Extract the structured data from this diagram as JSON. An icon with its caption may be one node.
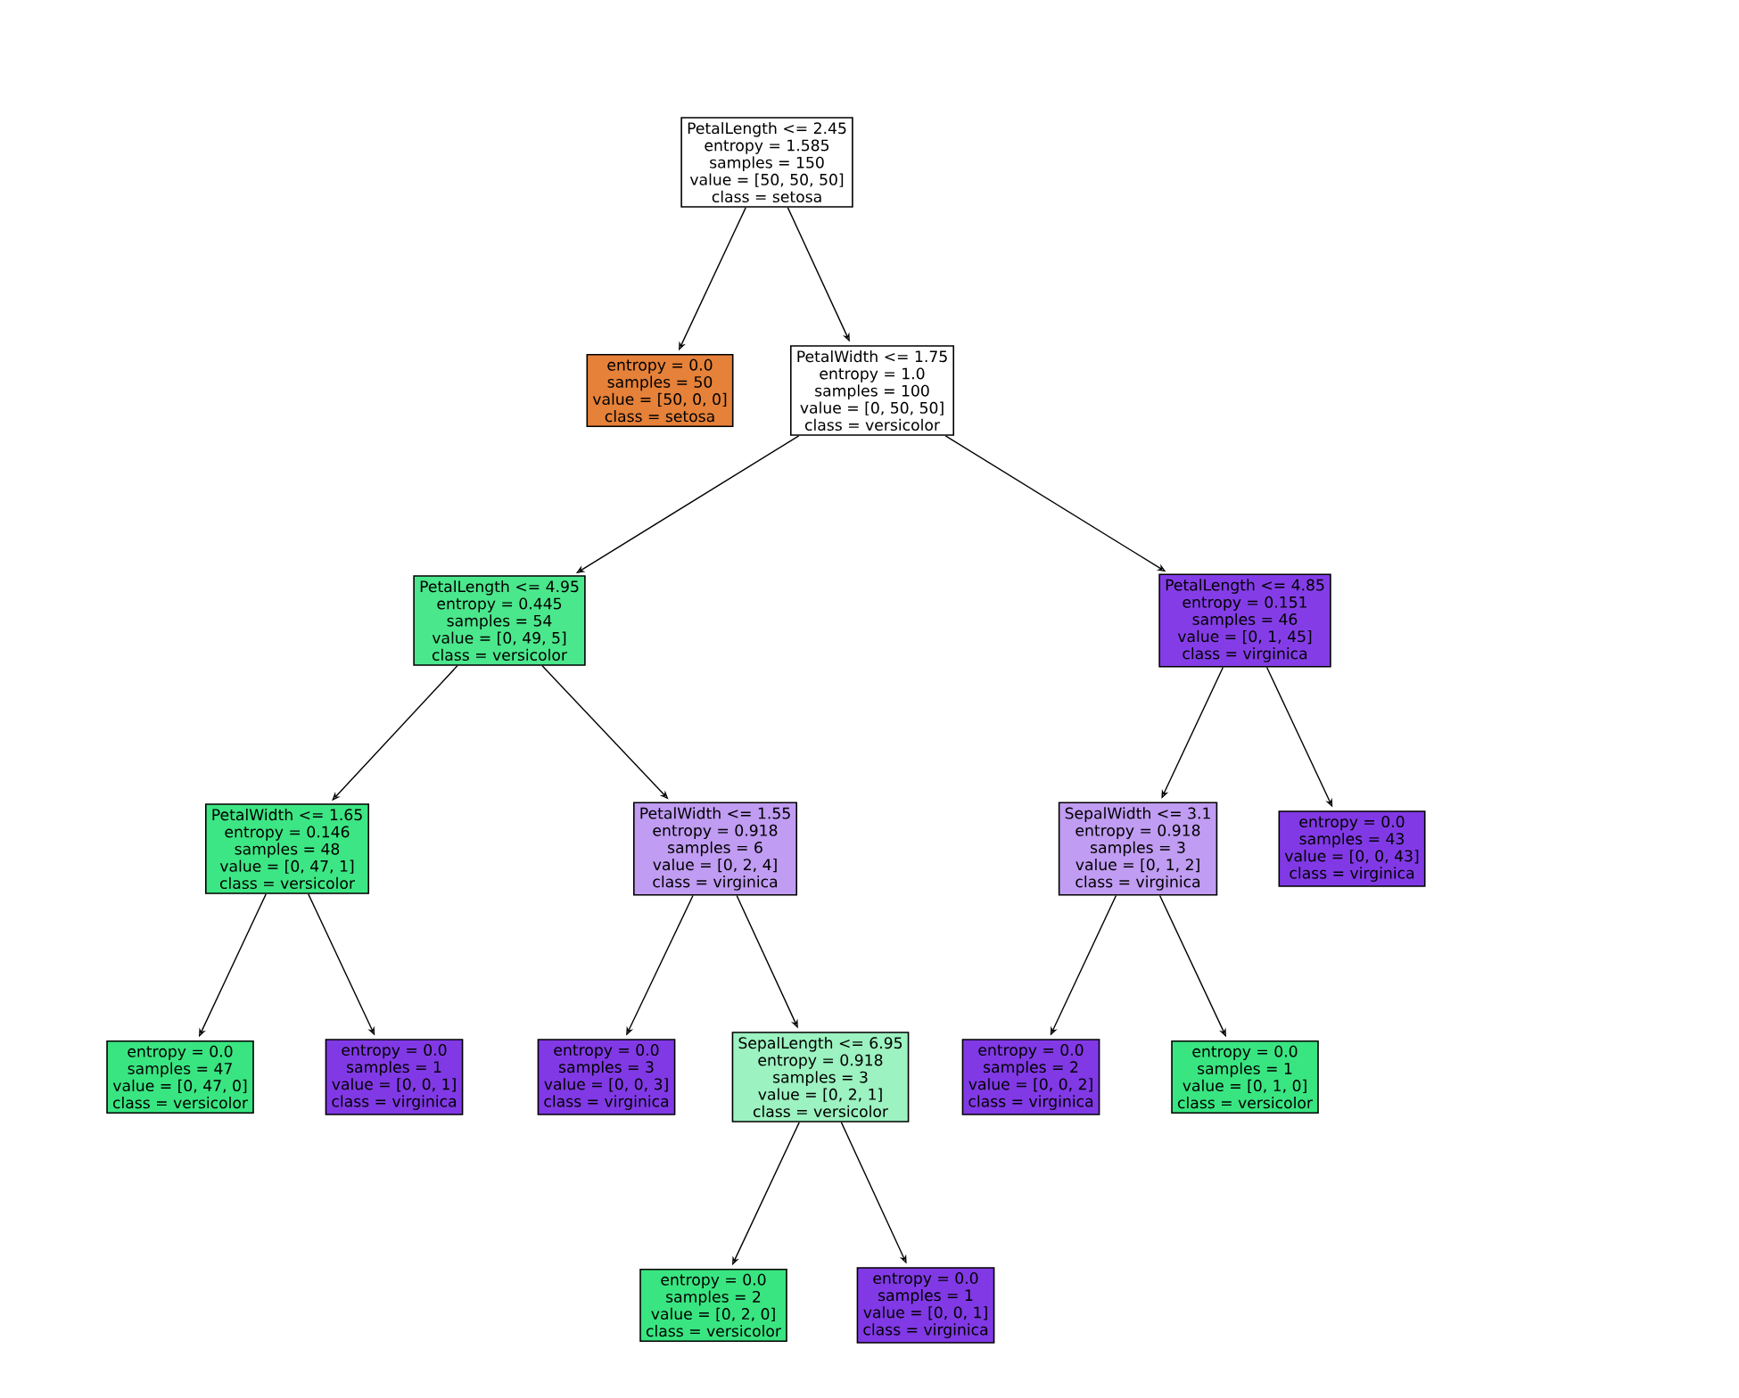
{
  "diagram": {
    "nodes": [
      {
        "text": [
          "PetalLength <= 2.45",
          "entropy = 1.585",
          "samples = 150",
          "value = [50, 50, 50]",
          "class = setosa"
        ]
      },
      {
        "text": [
          "entropy = 0.0",
          "samples = 50",
          "value = [50, 0, 0]",
          "class = setosa"
        ]
      },
      {
        "text": [
          "PetalWidth <= 1.75",
          "entropy = 1.0",
          "samples = 100",
          "value = [0, 50, 50]",
          "class = versicolor"
        ]
      },
      {
        "text": [
          "PetalLength <= 4.95",
          "entropy = 0.445",
          "samples = 54",
          "value = [0, 49, 5]",
          "class = versicolor"
        ]
      },
      {
        "text": [
          "PetalLength <= 4.85",
          "entropy = 0.151",
          "samples = 46",
          "value = [0, 1, 45]",
          "class = virginica"
        ]
      },
      {
        "text": [
          "PetalWidth <= 1.65",
          "entropy = 0.146",
          "samples = 48",
          "value = [0, 47, 1]",
          "class = versicolor"
        ]
      },
      {
        "text": [
          "PetalWidth <= 1.55",
          "entropy = 0.918",
          "samples = 6",
          "value = [0, 2, 4]",
          "class = virginica"
        ]
      },
      {
        "text": [
          "SepalWidth <= 3.1",
          "entropy = 0.918",
          "samples = 3",
          "value = [0, 1, 2]",
          "class = virginica"
        ]
      },
      {
        "text": [
          "entropy = 0.0",
          "samples = 43",
          "value = [0, 0, 43]",
          "class = virginica"
        ]
      },
      {
        "text": [
          "entropy = 0.0",
          "samples = 47",
          "value = [0, 47, 0]",
          "class = versicolor"
        ]
      },
      {
        "text": [
          "entropy = 0.0",
          "samples = 1",
          "value = [0, 0, 1]",
          "class = virginica"
        ]
      },
      {
        "text": [
          "entropy = 0.0",
          "samples = 3",
          "value = [0, 0, 3]",
          "class = virginica"
        ]
      },
      {
        "text": [
          "SepalLength <= 6.95",
          "entropy = 0.918",
          "samples = 3",
          "value = [0, 2, 1]",
          "class = versicolor"
        ]
      },
      {
        "text": [
          "entropy = 0.0",
          "samples = 2",
          "value = [0, 0, 2]",
          "class = virginica"
        ]
      },
      {
        "text": [
          "entropy = 0.0",
          "samples = 1",
          "value = [0, 1, 0]",
          "class = versicolor"
        ]
      },
      {
        "text": [
          "entropy = 0.0",
          "samples = 2",
          "value = [0, 2, 0]",
          "class = versicolor"
        ]
      },
      {
        "text": [
          "entropy = 0.0",
          "samples = 1",
          "value = [0, 0, 1]",
          "class = virginica"
        ]
      }
    ],
    "edges": [
      {
        "from": 0,
        "to": 1,
        "arrow": "to"
      },
      {
        "from": 0,
        "to": 2,
        "arrow": "to"
      },
      {
        "from": 2,
        "to": 3,
        "arrow": "to"
      },
      {
        "from": 2,
        "to": 4,
        "arrow": "to"
      },
      {
        "from": 3,
        "to": 5,
        "arrow": "to"
      },
      {
        "from": 3,
        "to": 6,
        "arrow": "to"
      },
      {
        "from": 4,
        "to": 7,
        "arrow": "to"
      },
      {
        "from": 4,
        "to": 8,
        "arrow": "to"
      },
      {
        "from": 5,
        "to": 9,
        "arrow": "to"
      },
      {
        "from": 5,
        "to": 10,
        "arrow": "to"
      },
      {
        "from": 6,
        "to": 11,
        "arrow": "to"
      },
      {
        "from": 6,
        "to": 12,
        "arrow": "to"
      },
      {
        "from": 7,
        "to": 13,
        "arrow": "to"
      },
      {
        "from": 7,
        "to": 14,
        "arrow": "to"
      },
      {
        "from": 12,
        "to": 15,
        "arrow": "to"
      },
      {
        "from": 12,
        "to": 16,
        "arrow": "to"
      }
    ]
  }
}
